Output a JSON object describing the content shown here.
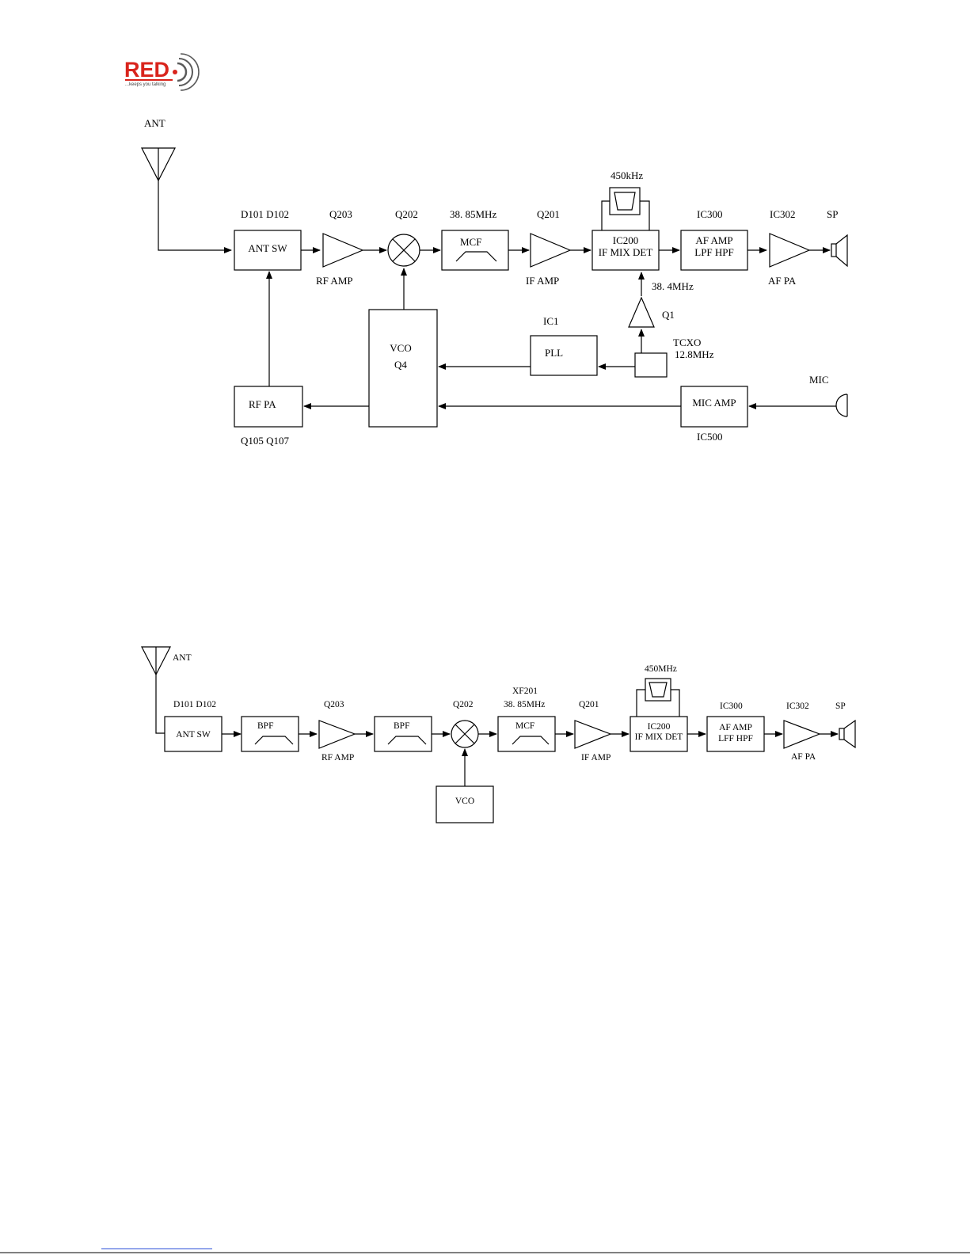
{
  "logo": {
    "text": "RED",
    "tagline": "...keeps you talking",
    "color": "#d9241c",
    "accent": "#5a5a5a"
  },
  "footer_link_color": "#2b4fd8",
  "diagram1": {
    "ant": "ANT",
    "ant_sw": "ANT SW",
    "d101_d102": "D101 D102",
    "q203": "Q203",
    "rf_amp": "RF AMP",
    "q202": "Q202",
    "freq_mcf": "38. 85MHz",
    "mcf": "MCF",
    "q201": "Q201",
    "if_amp": "IF AMP",
    "filter_450": "450kHz",
    "ic200": "IC200",
    "if_mix_det": "IF MIX DET",
    "ic300": "IC300",
    "af_amp": "AF AMP",
    "lpf_hpf": "LPF HPF",
    "ic302": "IC302",
    "af_pa": "AF PA",
    "sp": "SP",
    "freq_384": "38. 4MHz",
    "q1": "Q1",
    "ic1": "IC1",
    "pll": "PLL",
    "tcxo": "TCXO",
    "freq_128": "12.8MHz",
    "vco": "VCO",
    "q4": "Q4",
    "rf_pa": "RF PA",
    "q105_q107": "Q105 Q107",
    "mic": "MIC",
    "mic_amp": "MIC AMP",
    "ic500": "IC500"
  },
  "diagram2": {
    "ant": "ANT",
    "ant_sw": "ANT SW",
    "d101_d102": "D101 D102",
    "bpf1": "BPF",
    "q203": "Q203",
    "rf_amp": "RF AMP",
    "bpf2": "BPF",
    "q202": "Q202",
    "xf201": "XF201",
    "freq_mcf": "38. 85MHz",
    "mcf": "MCF",
    "q201": "Q201",
    "if_amp": "IF AMP",
    "filter_450": "450MHz",
    "ic200": "IC200",
    "if_mix_det": "IF MIX DET",
    "ic300": "IC300",
    "af_amp": "AF AMP",
    "lff_hpf": "LFF HPF",
    "ic302": "IC302",
    "af_pa": "AF PA",
    "sp": "SP",
    "vco": "VCO"
  }
}
